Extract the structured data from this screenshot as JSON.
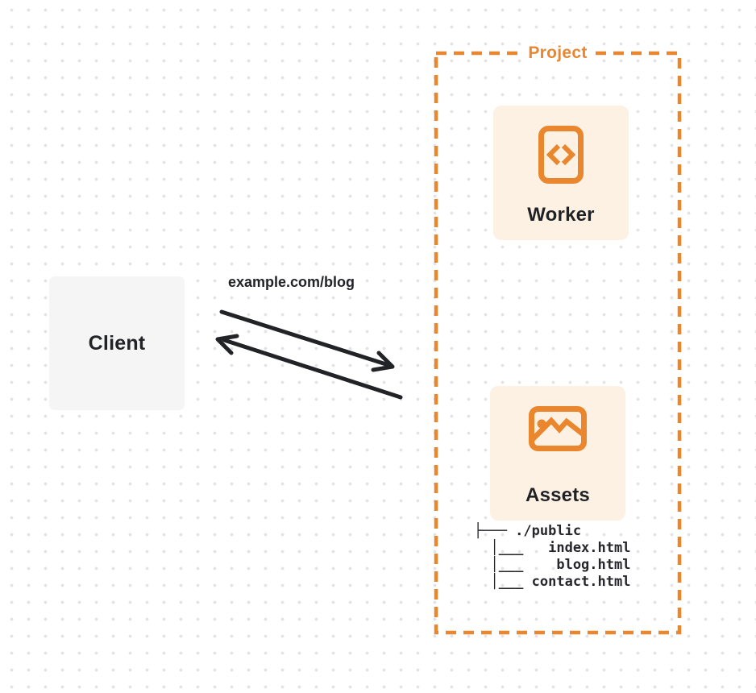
{
  "diagram": {
    "client": {
      "label": "Client"
    },
    "request_label": "example.com/blog",
    "project": {
      "label": "Project",
      "worker_card": {
        "label": "Worker",
        "icon": "code-document-icon"
      },
      "assets_card": {
        "label": "Assets",
        "icon": "image-icon"
      },
      "file_tree_lines": [
        "├─── ./public",
        "  │___   index.html",
        "  │___    blog.html",
        "  │___ contact.html"
      ]
    },
    "arrows": {
      "request_direction": "client-to-project",
      "response_direction": "project-to-client"
    },
    "colors": {
      "accent_orange": "#EA872E",
      "card_bg": "#FCF1E3",
      "client_bg": "#F5F5F6",
      "ink": "#222326",
      "dot": "#E3E3E6"
    }
  }
}
